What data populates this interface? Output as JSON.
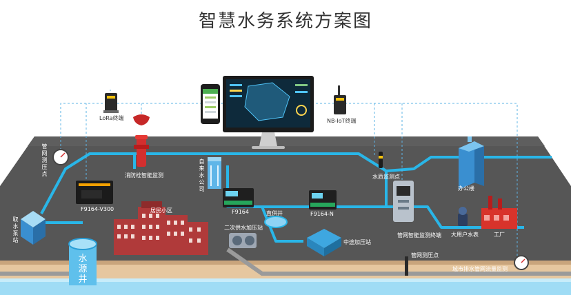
{
  "title": "智慧水务系统方案图",
  "labels": {
    "lora_terminal": "LoRa终端",
    "nbiot_terminal": "NB-IoT终端",
    "pipe_pressure_point": "管网测压点",
    "fire_hydrant_monitor": "消防栓智能监测",
    "waterworks": "自来水公司",
    "device_v300": "F9164-V300",
    "residential": "居民小区",
    "device_f9164": "F9164",
    "secondary_pump": "二次供水加压站",
    "direct_well": "直供井",
    "device_f9164n": "F9164-N",
    "mid_pump_station": "中途加压站",
    "water_quality_point": "水质监测点",
    "office_building": "办公楼",
    "pipe_smart_terminal": "管网智能监测终端",
    "big_user_meter": "大用户水表",
    "factory": "工厂",
    "pipe_pressure_point2": "管网测压点",
    "drainage_monitor": "城市排水管网流量监测",
    "intake_station": "取水泵站",
    "source_well": "水源井"
  },
  "colors": {
    "ground": "#545454",
    "pipe": "#29b6e8",
    "soil": "#d9b48a",
    "water": "#7fd0f0",
    "residential": "#b03a3a",
    "factory": "#d8332b",
    "dashed": "#5fb4e6"
  }
}
